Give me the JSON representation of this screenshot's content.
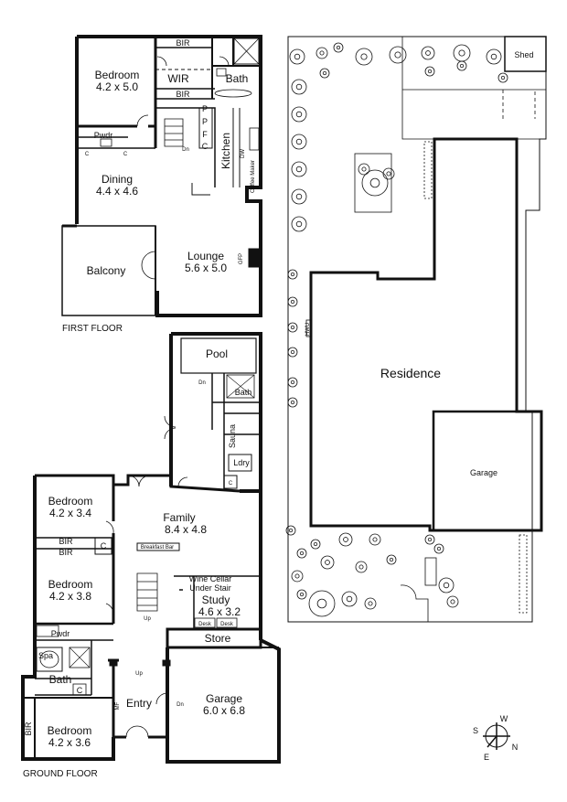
{
  "first_floor": {
    "label": "FIRST FLOOR",
    "rooms": {
      "bedroom": "Bedroom",
      "bedroom_size": "4.2 x 5.0",
      "wir": "WIR",
      "bir_top": "BIR",
      "bir_bottom": "BIR",
      "bath": "Bath",
      "pwdr": "Pwdr",
      "dining": "Dining",
      "dining_size": "4.4 x 4.6",
      "kitchen": "Kitchen",
      "dw": "DW",
      "coffee": "Coffee Maker",
      "lounge": "Lounge",
      "lounge_size": "5.6 x 5.0",
      "gfp": "GFP",
      "balcony": "Balcony",
      "p1": "P",
      "p2": "P",
      "f": "F",
      "c1": "C",
      "c2": "C",
      "c3": "C",
      "dn": "Dn"
    }
  },
  "ground_floor": {
    "label": "GROUND FLOOR",
    "rooms": {
      "pool": "Pool",
      "bath_pool": "Bath",
      "sauna": "Sauna",
      "ldry": "Ldry",
      "c_ldry": "C",
      "family": "Family",
      "family_size": "8.4 x 4.8",
      "bedroom1": "Bedroom",
      "bedroom1_size": "4.2 x 3.4",
      "bir1": "BIR",
      "bir2": "BIR",
      "c_bed": "C",
      "bedroom2": "Bedroom",
      "bedroom2_size": "4.2 x 3.8",
      "breakfast_bar": "Breakfast Bar",
      "wine_cellar": "Wine Cellar",
      "under_stair": "Under Stair",
      "study": "Study",
      "study_size": "4.6 x 3.2",
      "desk1": "Desk",
      "desk2": "Desk",
      "up1": "Up",
      "up2": "Up",
      "store": "Store",
      "pwdr": "Pwdr",
      "spa": "Spa",
      "bath": "Bath",
      "c_bath": "C",
      "garage": "Garage",
      "garage_size": "6.0 x 6.8",
      "entry": "Entry",
      "mf": "MF",
      "bir3": "BIR",
      "bedroom3": "Bedroom",
      "bedroom3_size": "4.2 x 3.6",
      "dn": "Dn"
    }
  },
  "site_plan": {
    "shed": "Shed",
    "residence": "Residence",
    "garage": "Garage",
    "hwu": "HWU",
    "compass": {
      "w": "W",
      "s": "S",
      "n": "N",
      "e": "E"
    }
  }
}
